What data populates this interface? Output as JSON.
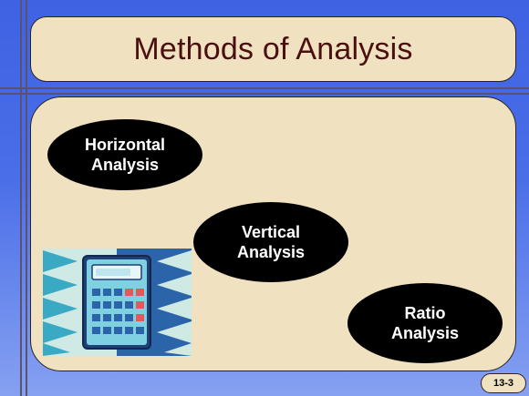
{
  "slide": {
    "title": "Methods of Analysis",
    "methods": [
      {
        "line1": "Horizontal",
        "line2": "Analysis"
      },
      {
        "line1": "Vertical",
        "line2": "Analysis"
      },
      {
        "line1": "Ratio",
        "line2": "Analysis"
      }
    ],
    "page_number": "13-3",
    "clipart": "calculator-icon"
  },
  "colors": {
    "background_top": "#3f62e3",
    "background_bottom": "#86a1f1",
    "panel": "#f0e1c1",
    "title_text": "#4a1010",
    "oval_fill": "#000000",
    "oval_text": "#ffffff"
  }
}
